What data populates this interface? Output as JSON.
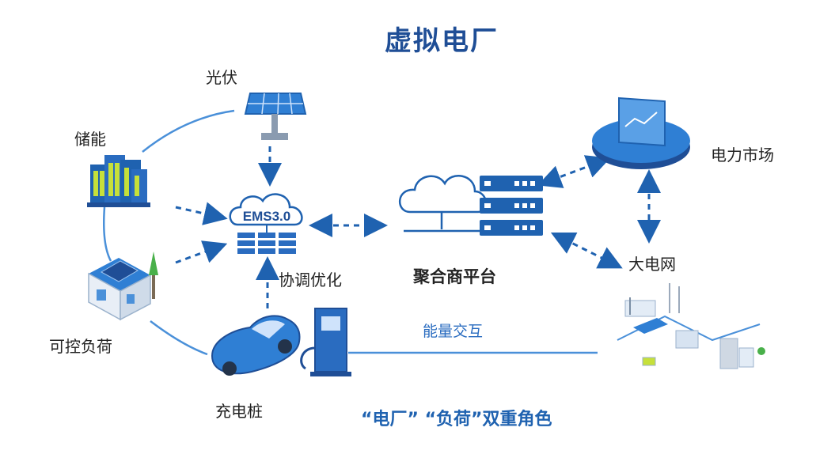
{
  "title": "虚拟电厂",
  "nodes": {
    "solar": "光伏",
    "storage": "储能",
    "controllable_load": "可控负荷",
    "charging_pile": "充电桩",
    "ems_badge": "EMS3.0",
    "coordination": "协调优化",
    "aggregator": "聚合商平台",
    "power_market": "电力市场",
    "grid": "大电网"
  },
  "energy_exchange": "能量交互",
  "tagline": "“电厂” “负荷”双重角色",
  "colors": {
    "primary": "#1f62b0",
    "dark_blue": "#1f4e96",
    "light_blue": "#4a90d9",
    "green": "#c6e03a"
  }
}
